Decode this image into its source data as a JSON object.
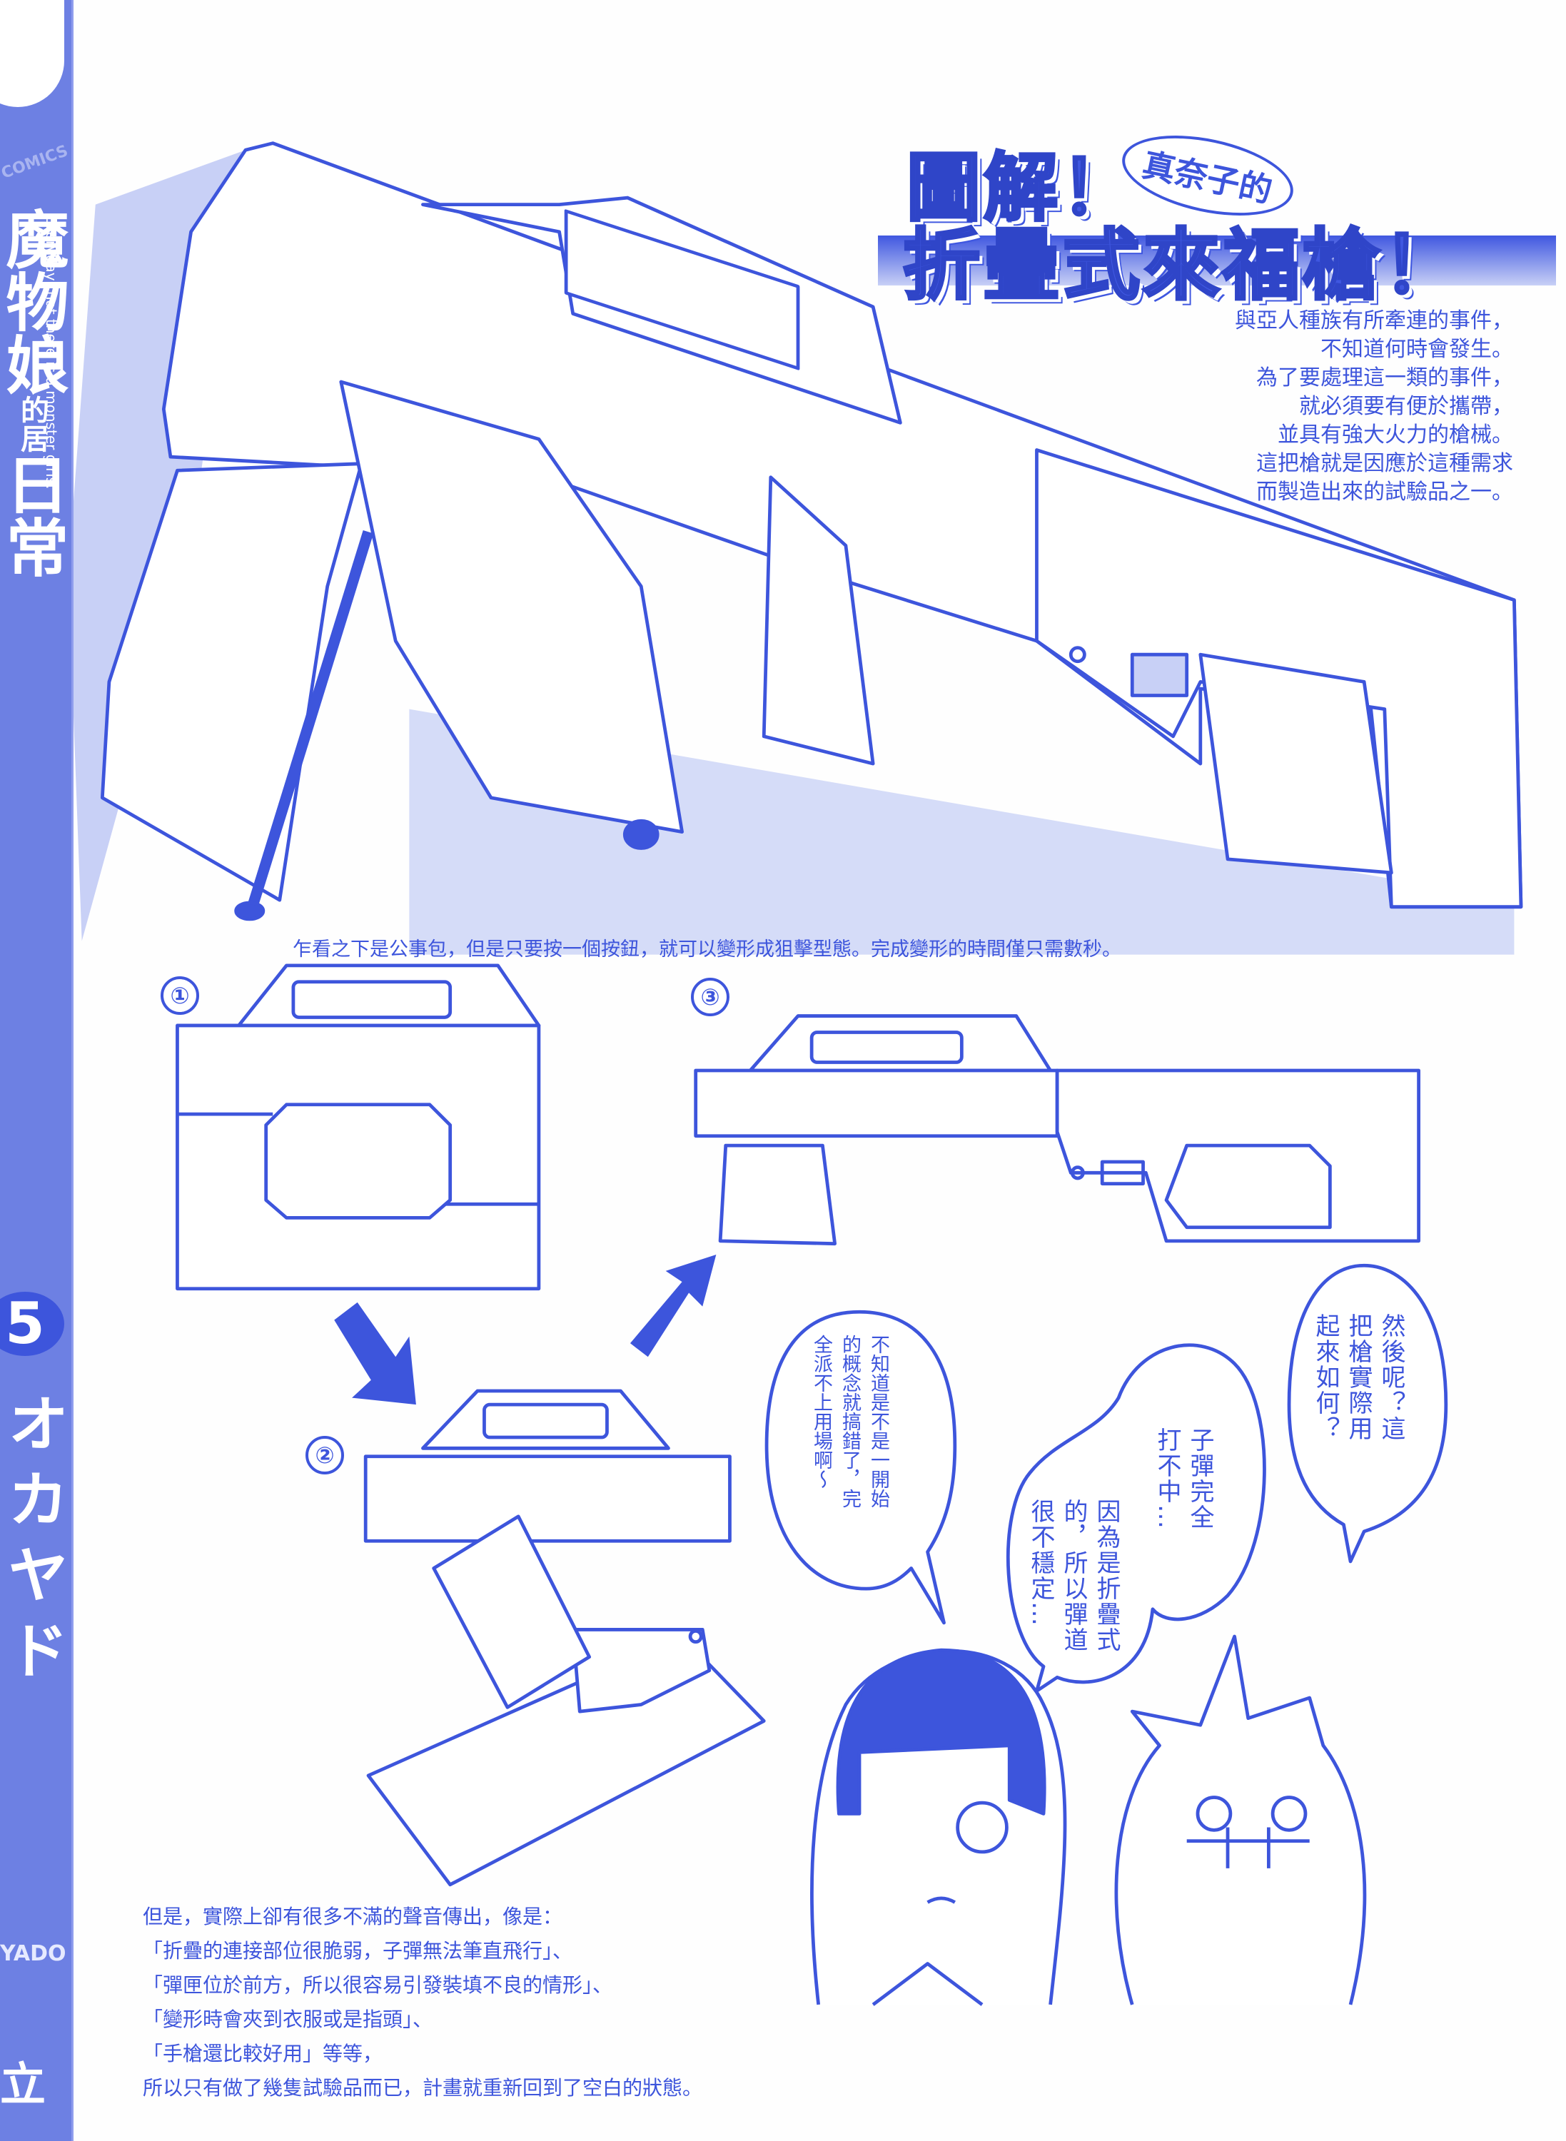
{
  "colors": {
    "ink": "#3d55dc",
    "spine": "#6d80e3",
    "shade": "#c8d0f6"
  },
  "spine": {
    "publisher_logo": "COMICS",
    "title_chars": [
      "魔",
      "物",
      "娘",
      "的",
      "居",
      "日",
      "常"
    ],
    "subtitle": "Everyday that there is a monster girls.",
    "volume": "5",
    "author": "オカヤド",
    "author_romaji": "YADO",
    "publisher_char": "立"
  },
  "heading": {
    "line1": "圖解！",
    "bubble": "真奈子的",
    "line2": "折疊式來福槍！"
  },
  "intro_lines": [
    "與亞人種族有所牽連的事件，",
    "不知道何時會發生。",
    "為了要處理這一類的事件，",
    "就必須要有便於攜帶，",
    "並具有強大火力的槍械。",
    "這把槍就是因應於這種需求",
    "而製造出來的試驗品之一。"
  ],
  "caption": "乍看之下是公事包，但是只要按一個按鈕，就可以變形成狙擊型態。完成變形的時間僅只需數秒。",
  "steps": [
    "①",
    "②",
    "③"
  ],
  "bubbles": {
    "right": [
      "然後呢？這",
      "把槍實際用",
      "起來如何？"
    ],
    "middle_top": [
      "子彈完全",
      "打不中…"
    ],
    "middle_bottom": [
      "因為是折疊式",
      "的，所以彈道",
      "很不穩定…"
    ],
    "left": [
      "不知道是不是一開始",
      "的概念就搞錯了，完",
      "全派不上用場啊～"
    ]
  },
  "bottom_lines": [
    "但是，實際上卻有很多不滿的聲音傳出，像是：",
    "「折疊的連接部位很脆弱，子彈無法筆直飛行」、",
    "「彈匣位於前方，所以很容易引發裝填不良的情形」、",
    "「變形時會夾到衣服或是指頭」、",
    "「手槍還比較好用」等等，",
    "所以只有做了幾隻試驗品而已，計畫就重新回到了空白的狀態。"
  ]
}
